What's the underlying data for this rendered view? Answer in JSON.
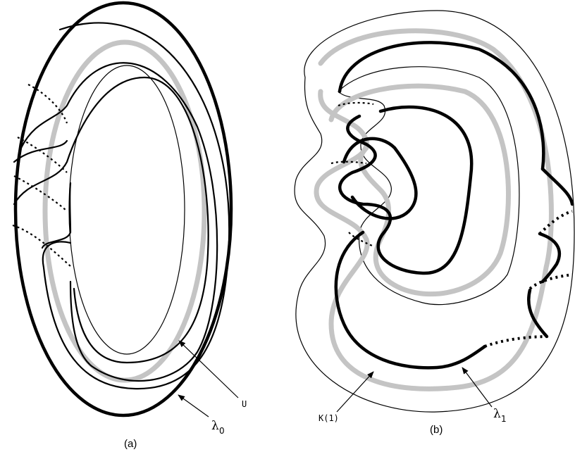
{
  "panel_a": {
    "caption": "(a)",
    "label_u": "U",
    "label_lambda_symbol": "λ",
    "label_lambda_sub": "0"
  },
  "panel_b": {
    "caption": "(b)",
    "label_k": "K(1)",
    "label_lambda_symbol": "λ",
    "label_lambda_sub": "1"
  }
}
